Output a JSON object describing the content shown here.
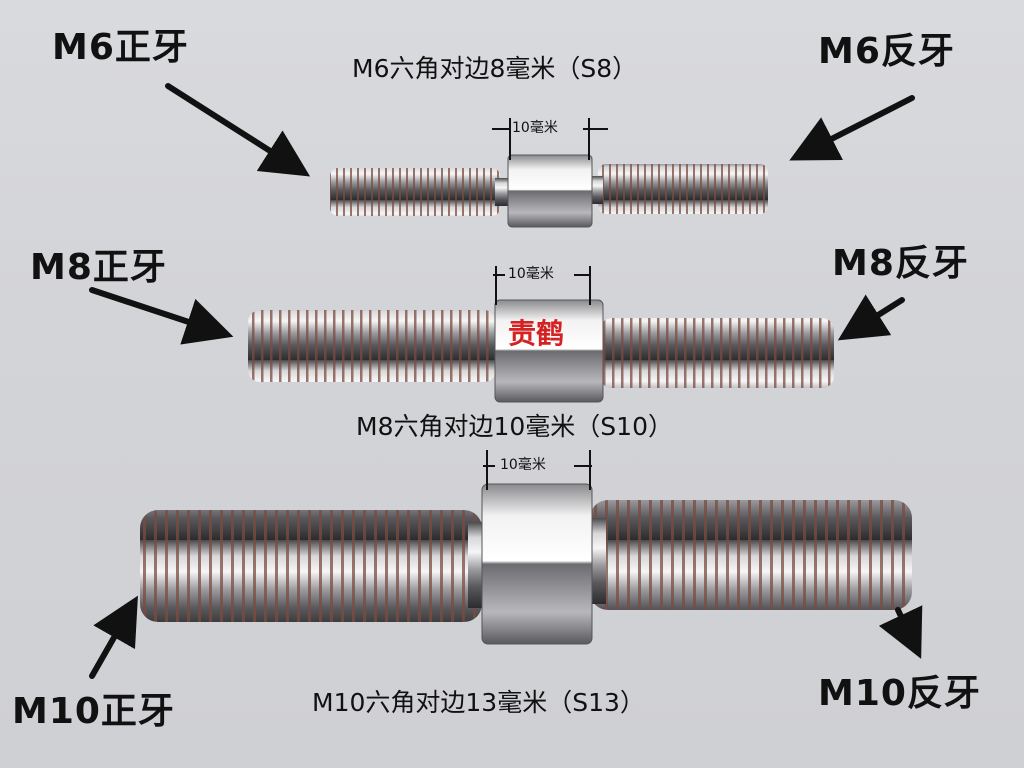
{
  "rods": [
    {
      "left_label": "M6正牙",
      "right_label": "M6反牙",
      "hex_caption": "M6六角对边8毫米（S8）",
      "dimension": "10毫米"
    },
    {
      "left_label": "M8正牙",
      "right_label": "M8反牙",
      "hex_caption": "M8六角对边10毫米（S10）",
      "dimension": "10毫米",
      "brand_mark": "责鹤"
    },
    {
      "left_label": "M10正牙",
      "right_label": "M10反牙",
      "hex_caption": "M10六角对边13毫米（S13）",
      "dimension": "10毫米"
    }
  ],
  "colors": {
    "background": "#d6d7db",
    "steel_light": "#f4f4f4",
    "steel_dark": "#3a3a3c",
    "thread_shadow": "#7a4a40",
    "brand_red": "#d42222",
    "text": "#111111"
  }
}
